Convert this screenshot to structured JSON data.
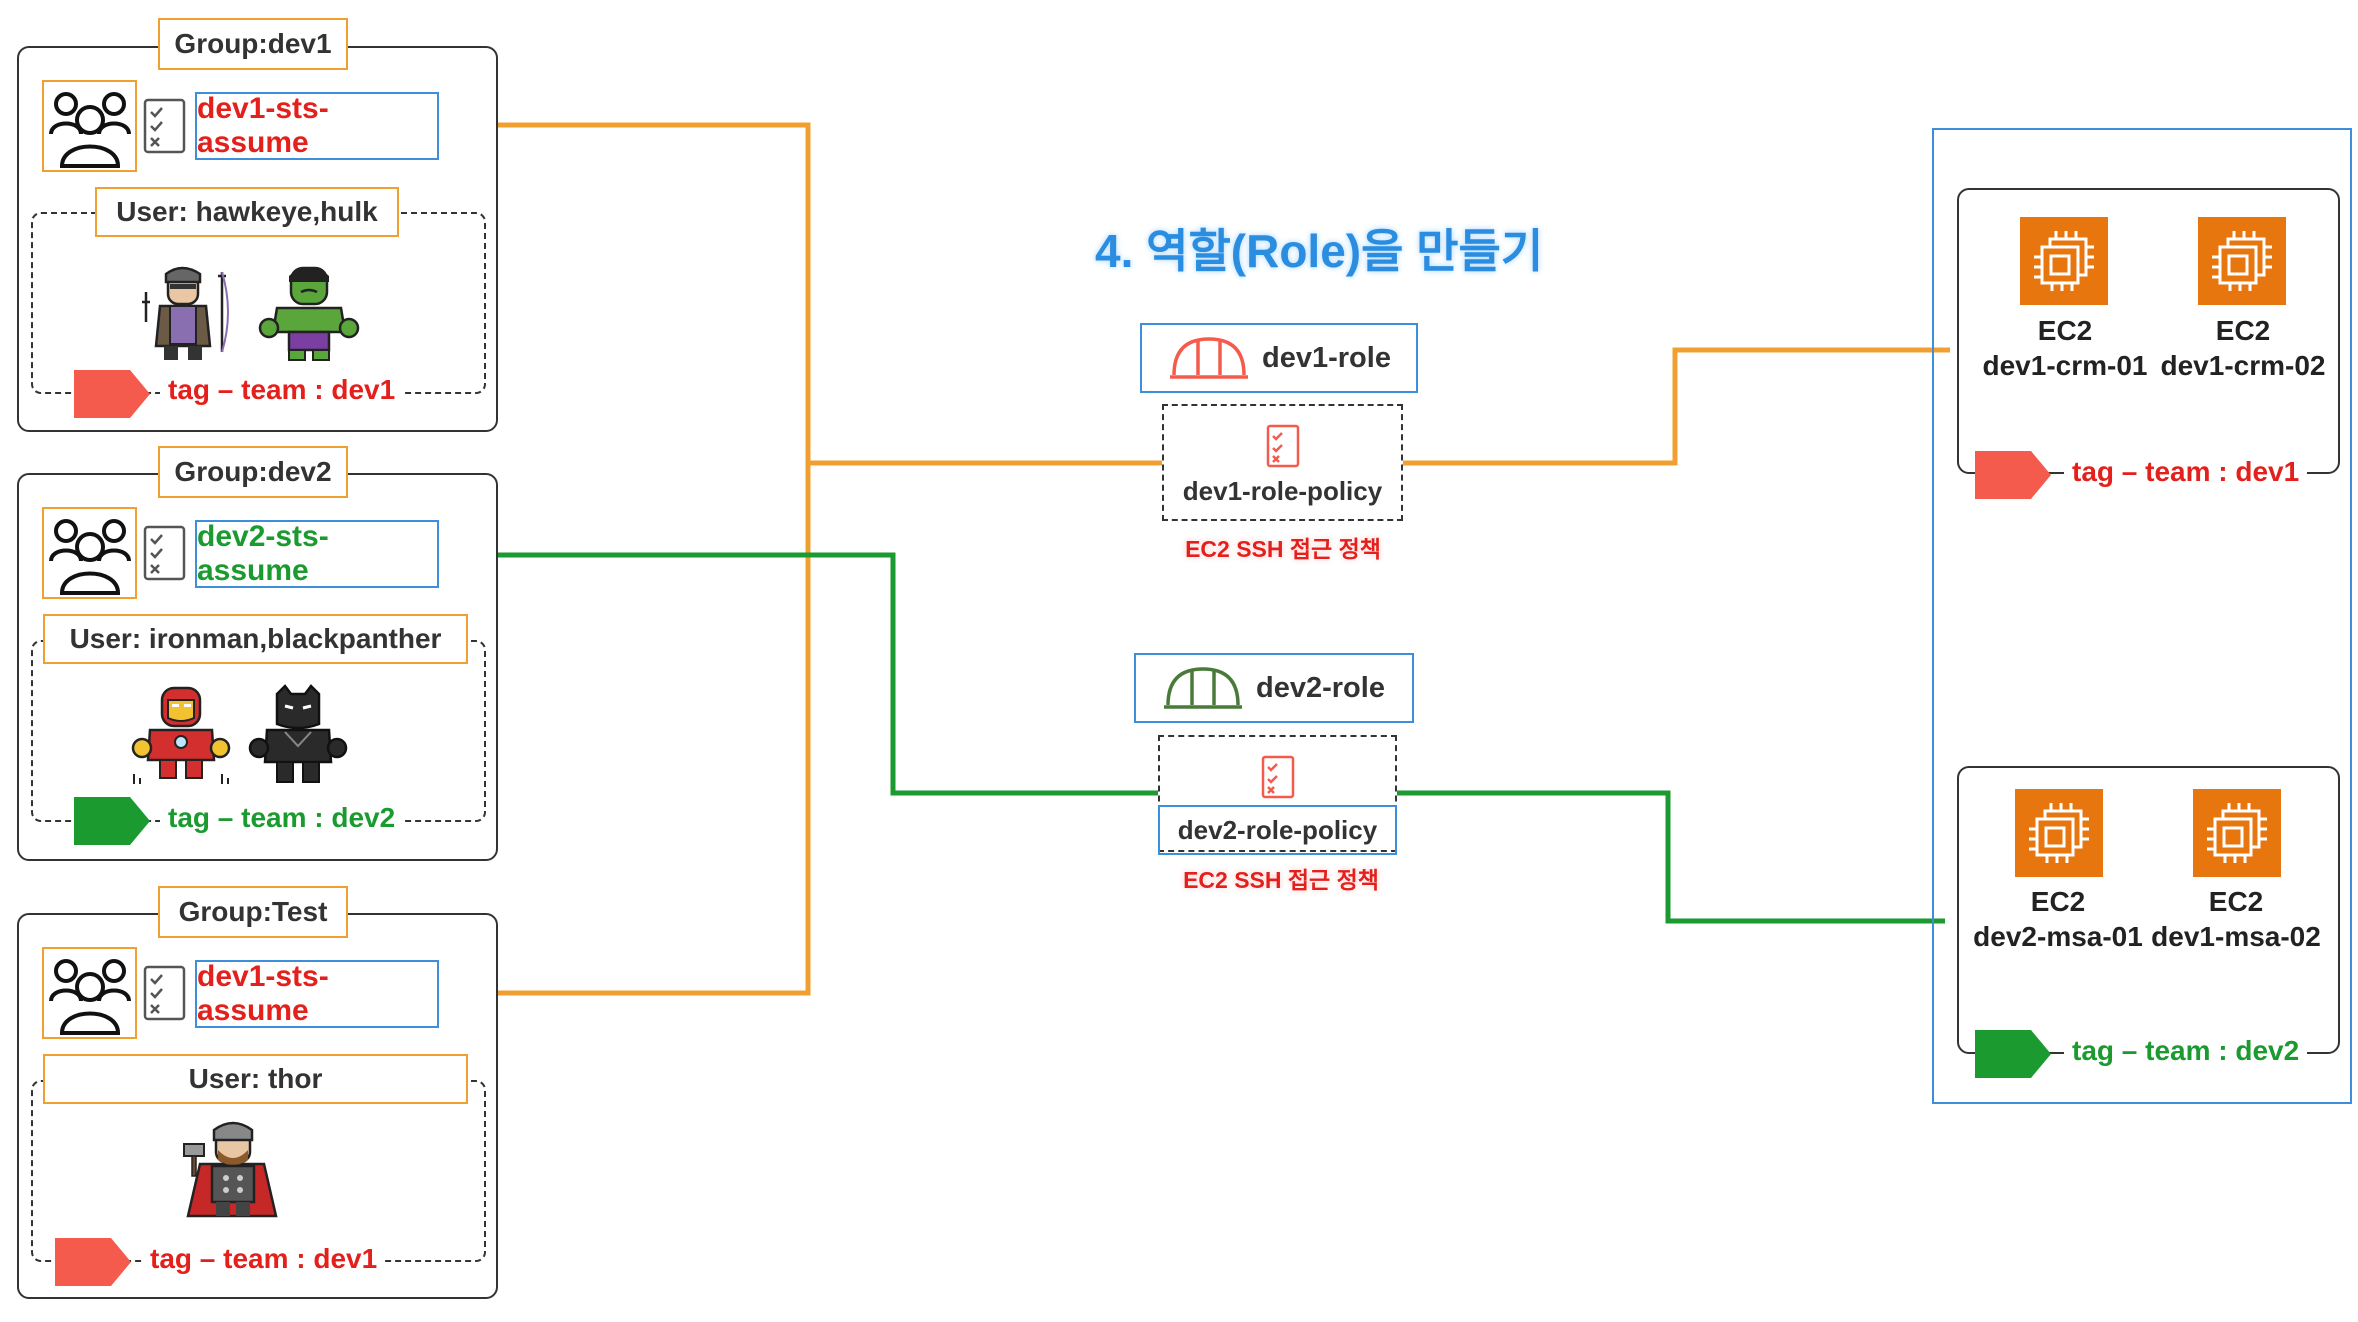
{
  "title": "4. 역할(Role)을 만들기",
  "colors": {
    "orange": "#f0a030",
    "green": "#1b9a2f",
    "red": "#e3201b",
    "blue": "#3c8fd8",
    "tag_red": "#f45b4c",
    "tag_green": "#1b9a2f",
    "ec2_orange": "#e8760f"
  },
  "groups": [
    {
      "label": "Group:dev1",
      "assume": "dev1-sts-assume",
      "user": "User: hawkeye,hulk",
      "tag": "tag – team : dev1"
    },
    {
      "label": "Group:dev2",
      "assume": "dev2-sts-assume",
      "user": "User: ironman,blackpanther",
      "tag": "tag – team : dev2"
    },
    {
      "label": "Group:Test",
      "assume": "dev1-sts-assume",
      "user": "User: thor",
      "tag": "tag – team : dev1"
    }
  ],
  "roles": [
    {
      "name": "dev1-role",
      "policy": "dev1-role-policy",
      "policy_desc": "EC2 SSH 접근 정책",
      "icon": "helmet-icon-red"
    },
    {
      "name": "dev2-role",
      "policy": "dev2-role-policy",
      "policy_desc": "EC2 SSH 접근 정책",
      "icon": "helmet-icon-green"
    }
  ],
  "ec2_groups": [
    {
      "instances": [
        {
          "type": "EC2",
          "name": "dev1-crm-01"
        },
        {
          "type": "EC2",
          "name": "dev1-crm-02"
        }
      ],
      "tag": "tag – team : dev1"
    },
    {
      "instances": [
        {
          "type": "EC2",
          "name": "dev2-msa-01"
        },
        {
          "type": "EC2",
          "name": "dev1-msa-02"
        }
      ],
      "tag": "tag – team : dev2"
    }
  ]
}
